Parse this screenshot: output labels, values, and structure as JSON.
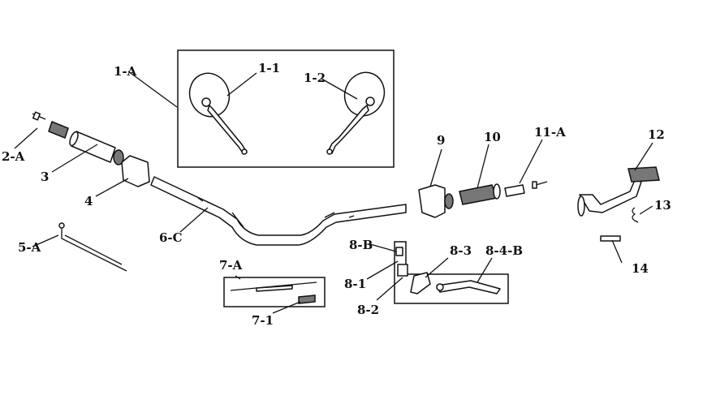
{
  "parts": [
    {
      "id": "1-A",
      "label": "1-A"
    },
    {
      "id": "1-1",
      "label": "1-1"
    },
    {
      "id": "1-2",
      "label": "1-2"
    },
    {
      "id": "2-A",
      "label": "2-A"
    },
    {
      "id": "3",
      "label": "3"
    },
    {
      "id": "4",
      "label": "4"
    },
    {
      "id": "5-A",
      "label": "5-A"
    },
    {
      "id": "6-C",
      "label": "6-C"
    },
    {
      "id": "7-A",
      "label": "7-A"
    },
    {
      "id": "7-1",
      "label": "7-1"
    },
    {
      "id": "8-B",
      "label": "8-B"
    },
    {
      "id": "8-1",
      "label": "8-1"
    },
    {
      "id": "8-2",
      "label": "8-2"
    },
    {
      "id": "8-3",
      "label": "8-3"
    },
    {
      "id": "8-4-B",
      "label": "8-4-B"
    },
    {
      "id": "9",
      "label": "9"
    },
    {
      "id": "10",
      "label": "10"
    },
    {
      "id": "11-A",
      "label": "11-A"
    },
    {
      "id": "12",
      "label": "12"
    },
    {
      "id": "13",
      "label": "13"
    },
    {
      "id": "14",
      "label": "14"
    }
  ]
}
